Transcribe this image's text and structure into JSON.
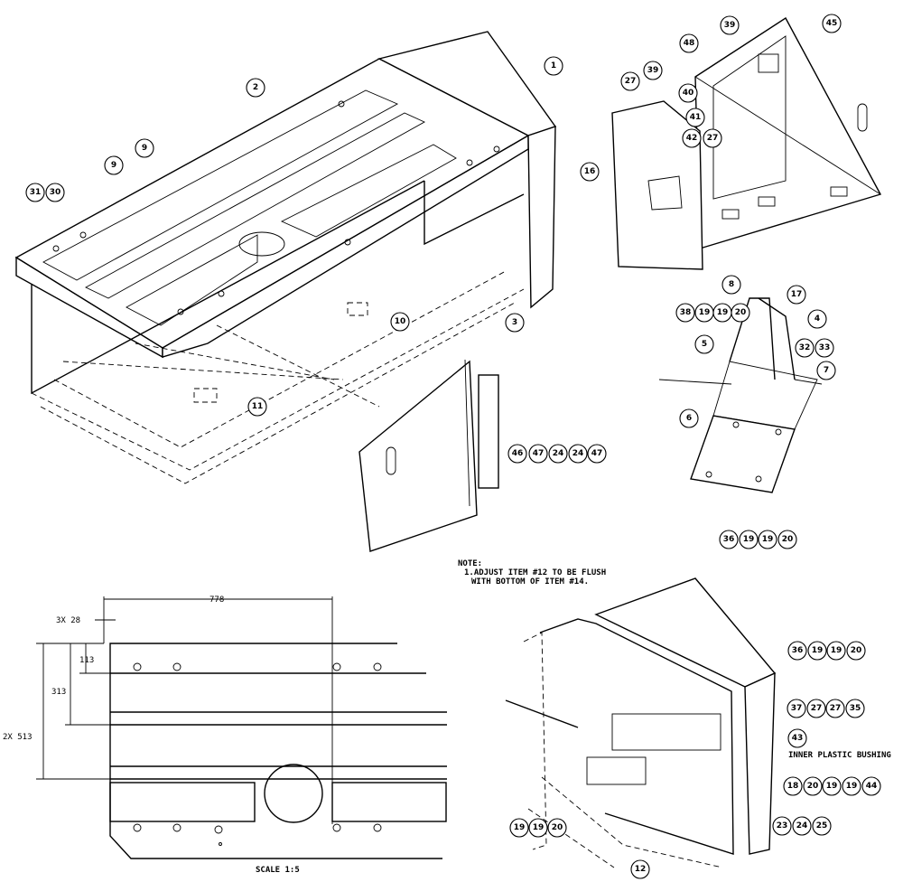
{
  "note": {
    "heading": "NOTE:",
    "line1": "1.ADJUST ITEM #12 TO BE FLUSH",
    "line2": "WITH BOTTOM OF ITEM #14."
  },
  "annotation": {
    "inner_bushing": "INNER PLASTIC BUSHING"
  },
  "dimensions": {
    "overall_width": "778",
    "hole_spacing": "3X 28",
    "top_offset": "113",
    "mid_height": "313",
    "full_height": "2X 513"
  },
  "scale_label": "SCALE  1:5",
  "balloons": [
    {
      "id": "b-1",
      "label": "1"
    },
    {
      "id": "b-2",
      "label": "2"
    },
    {
      "id": "b-9a",
      "label": "9"
    },
    {
      "id": "b-9b",
      "label": "9"
    },
    {
      "id": "b-31",
      "label": "31"
    },
    {
      "id": "b-30",
      "label": "30"
    },
    {
      "id": "b-3",
      "label": "3"
    },
    {
      "id": "b-10",
      "label": "10"
    },
    {
      "id": "b-11",
      "label": "11"
    },
    {
      "id": "b-39a",
      "label": "39"
    },
    {
      "id": "b-45",
      "label": "45"
    },
    {
      "id": "b-48",
      "label": "48"
    },
    {
      "id": "b-27a",
      "label": "27"
    },
    {
      "id": "b-39b",
      "label": "39"
    },
    {
      "id": "b-40",
      "label": "40"
    },
    {
      "id": "b-41",
      "label": "41"
    },
    {
      "id": "b-42",
      "label": "42"
    },
    {
      "id": "b-27b",
      "label": "27"
    },
    {
      "id": "b-16",
      "label": "16"
    },
    {
      "id": "b-8",
      "label": "8"
    },
    {
      "id": "b-17",
      "label": "17"
    },
    {
      "id": "b-38",
      "label": "38"
    },
    {
      "id": "b-19a",
      "label": "19"
    },
    {
      "id": "b-19b",
      "label": "19"
    },
    {
      "id": "b-20a",
      "label": "20"
    },
    {
      "id": "b-4",
      "label": "4"
    },
    {
      "id": "b-5",
      "label": "5"
    },
    {
      "id": "b-32",
      "label": "32"
    },
    {
      "id": "b-33",
      "label": "33"
    },
    {
      "id": "b-7",
      "label": "7"
    },
    {
      "id": "b-6",
      "label": "6"
    },
    {
      "id": "b-36a",
      "label": "36"
    },
    {
      "id": "b-19c",
      "label": "19"
    },
    {
      "id": "b-19d",
      "label": "19"
    },
    {
      "id": "b-20b",
      "label": "20"
    },
    {
      "id": "b-46",
      "label": "46"
    },
    {
      "id": "b-47a",
      "label": "47"
    },
    {
      "id": "b-24a",
      "label": "24"
    },
    {
      "id": "b-24b",
      "label": "24"
    },
    {
      "id": "b-47b",
      "label": "47"
    },
    {
      "id": "b-36b",
      "label": "36"
    },
    {
      "id": "b-19e",
      "label": "19"
    },
    {
      "id": "b-19f",
      "label": "19"
    },
    {
      "id": "b-20c",
      "label": "20"
    },
    {
      "id": "b-37",
      "label": "37"
    },
    {
      "id": "b-27c",
      "label": "27"
    },
    {
      "id": "b-27d",
      "label": "27"
    },
    {
      "id": "b-35",
      "label": "35"
    },
    {
      "id": "b-43",
      "label": "43"
    },
    {
      "id": "b-18",
      "label": "18"
    },
    {
      "id": "b-20d",
      "label": "20"
    },
    {
      "id": "b-19g",
      "label": "19"
    },
    {
      "id": "b-19h",
      "label": "19"
    },
    {
      "id": "b-44",
      "label": "44"
    },
    {
      "id": "b-23",
      "label": "23"
    },
    {
      "id": "b-24c",
      "label": "24"
    },
    {
      "id": "b-25",
      "label": "25"
    },
    {
      "id": "b-19i",
      "label": "19"
    },
    {
      "id": "b-19j",
      "label": "19"
    },
    {
      "id": "b-20e",
      "label": "20"
    },
    {
      "id": "b-12",
      "label": "12"
    }
  ]
}
